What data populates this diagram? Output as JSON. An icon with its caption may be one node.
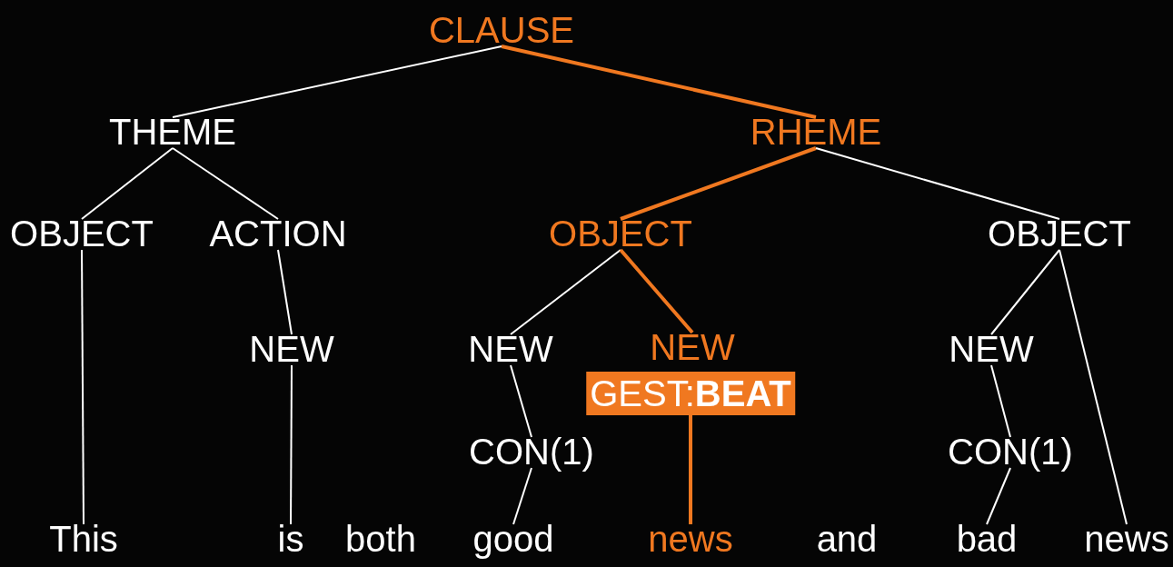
{
  "diagram": {
    "nodes": [
      {
        "text": [
          "CLAUSE"
        ]
      },
      {
        "text": [
          "THEME"
        ]
      },
      {
        "text": [
          "RHEME"
        ]
      },
      {
        "text": [
          "OBJECT"
        ]
      },
      {
        "text": [
          "ACTION"
        ]
      },
      {
        "text": [
          "OBJECT"
        ]
      },
      {
        "text": [
          "OBJECT"
        ]
      },
      {
        "text": [
          "NEW"
        ]
      },
      {
        "text": [
          "NEW"
        ]
      },
      {
        "text": [
          "NEW"
        ]
      },
      {
        "text": [
          "GEST:**BEAT**"
        ]
      },
      {
        "text": [
          "NEW"
        ]
      },
      {
        "text": [
          "CON(1)"
        ]
      },
      {
        "text": [
          "CON(1)"
        ]
      },
      {
        "text": [
          "This"
        ]
      },
      {
        "text": [
          "is"
        ]
      },
      {
        "text": [
          "both"
        ]
      },
      {
        "text": [
          "good"
        ]
      },
      {
        "text": [
          "news"
        ]
      },
      {
        "text": [
          "and"
        ]
      },
      {
        "text": [
          "bad"
        ]
      },
      {
        "text": [
          "news"
        ]
      }
    ],
    "edges": [
      {
        "from": 0,
        "to": 1,
        "arrow": "none"
      },
      {
        "from": 0,
        "to": 2,
        "arrow": "none",
        "style": "thick",
        "color": "#f07820"
      },
      {
        "from": 1,
        "to": 3,
        "arrow": "none"
      },
      {
        "from": 1,
        "to": 4,
        "arrow": "none"
      },
      {
        "from": 2,
        "to": 5,
        "arrow": "none",
        "style": "thick",
        "color": "#f07820"
      },
      {
        "from": 2,
        "to": 6,
        "arrow": "none"
      },
      {
        "from": 3,
        "to": 14,
        "arrow": "none"
      },
      {
        "from": 4,
        "to": 7,
        "arrow": "none"
      },
      {
        "from": 7,
        "to": 15,
        "arrow": "none"
      },
      {
        "from": 5,
        "to": 8,
        "arrow": "none"
      },
      {
        "from": 5,
        "to": 9,
        "arrow": "none",
        "style": "thick",
        "color": "#f07820"
      },
      {
        "from": 8,
        "to": 12,
        "arrow": "none"
      },
      {
        "from": 12,
        "to": 17,
        "arrow": "none"
      },
      {
        "from": 10,
        "to": 18,
        "arrow": "none",
        "style": "thick",
        "color": "#f07820"
      },
      {
        "from": 6,
        "to": 11,
        "arrow": "none"
      },
      {
        "from": 6,
        "to": 21,
        "arrow": "none"
      },
      {
        "from": 11,
        "to": 13,
        "arrow": "none"
      },
      {
        "from": 13,
        "to": 20,
        "arrow": "none"
      }
    ]
  }
}
